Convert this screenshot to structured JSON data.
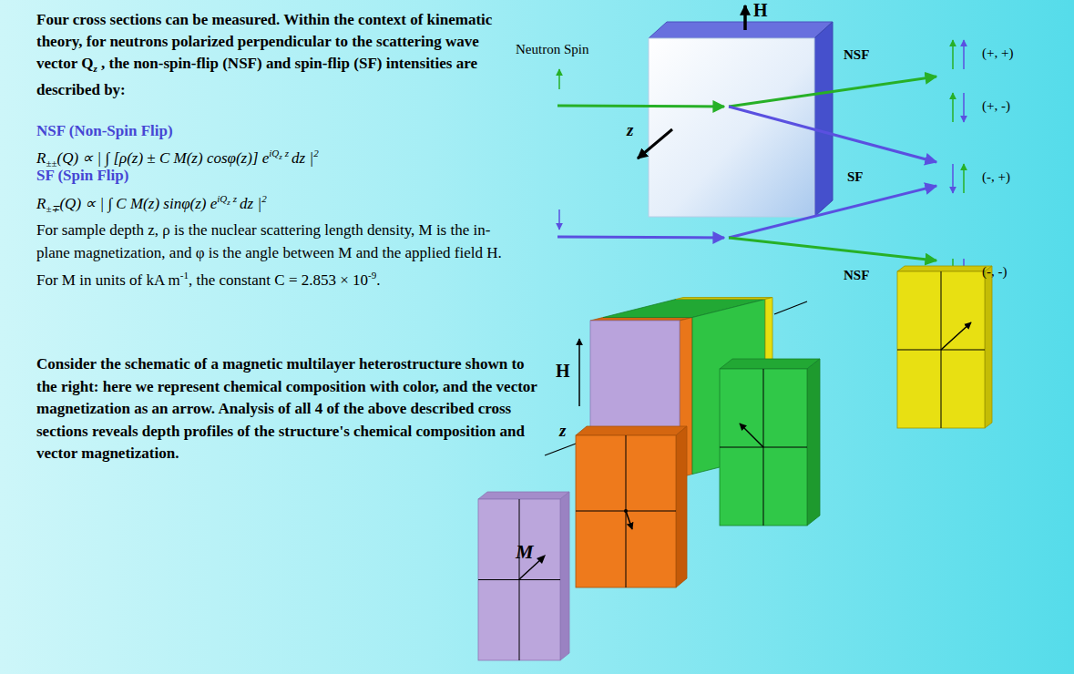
{
  "diagram": {
    "nodes": [
      {
        "text": [
          "M"
        ]
      }
    ],
    "labels": [
      "Four cross sections can be measured.  Within the context of kinematic theory, for neutrons polarized perpendicular to the scattering wave vector Q",
      "z",
      " , the non-spin-flip (NSF)  and spin-flip (SF) intensities are described by:",
      "NSF (Non-Spin Flip)",
      "R",
      "±±",
      "(Q) ∝ | ∫ [ρ(z) ± C M(z) cosφ(z)] e",
      "iQ",
      "z",
      "z",
      "dz |",
      "2",
      "SF (Spin Flip)",
      "R",
      "±∓",
      "(Q) ∝ | ∫ C M(z) sinφ(z) e",
      "iQ",
      "z",
      "z",
      "dz |",
      "2",
      "For sample depth z, ρ is the nuclear scattering length density, M is the in-plane magnetization, and φ is the angle between M and the applied field H. For M in units of kA m",
      "-1",
      ", the constant C = 2.853 × 10",
      "-9",
      ".",
      "Consider the schematic of a magnetic multilayer heterostructure shown to the right:  here we represent chemical composition with color, and the vector magnetization as an arrow.  Analysis of all 4 of the above described cross sections reveals depth profiles of the structure's chemical composition and vector magnetization.",
      "H",
      "Neutron Spin",
      "NSF",
      "SF",
      "NSF",
      "z",
      "(+, +)",
      "(+, -)",
      "(-, +)",
      "(-, -)",
      "H",
      "z"
    ]
  }
}
